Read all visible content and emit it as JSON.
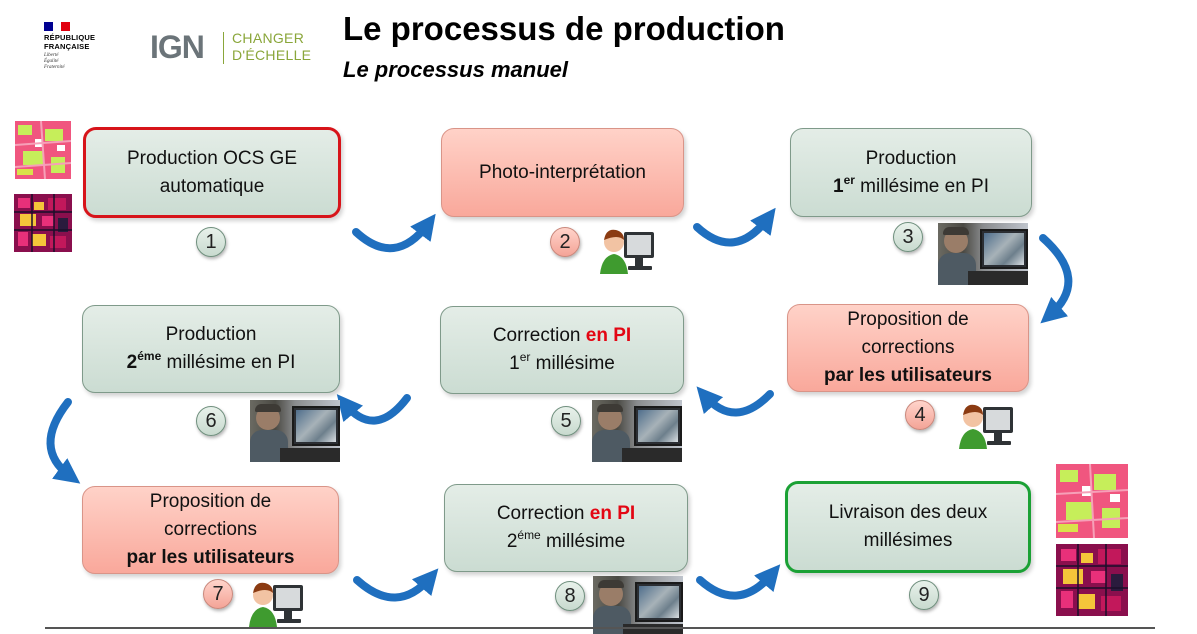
{
  "header": {
    "rf_logo": [
      "RÉPUBLIQUE",
      "FRANÇAISE"
    ],
    "rf_motto": [
      "Liberté",
      "Égalité",
      "Fraternité"
    ],
    "ign_mark": "IGN",
    "ign_tagline": [
      "CHANGER",
      "D'ÉCHELLE"
    ],
    "title": "Le processus de production",
    "subtitle": "Le processus manuel"
  },
  "steps": [
    {
      "num": "1",
      "l1": "Production OCS GE",
      "l2": "automatique"
    },
    {
      "num": "2",
      "l1": "Photo-interprétation"
    },
    {
      "num": "3",
      "l1": "Production",
      "l2_b": "1",
      "l2_sup": "er",
      "l2_rest": " millésime en PI"
    },
    {
      "num": "4",
      "l1": "Proposition de",
      "l2": "corrections",
      "l3": "par les utilisateurs"
    },
    {
      "num": "5",
      "l1_pre": "Correction ",
      "l1_hl": "en PI",
      "l2_pre": "1",
      "l2_sup": "er",
      "l2_rest": " millésime"
    },
    {
      "num": "6",
      "l1": "Production",
      "l2_b": "2",
      "l2_sup": "éme",
      "l2_rest": " millésime en PI"
    },
    {
      "num": "7",
      "l1": "Proposition de",
      "l2": "corrections",
      "l3": "par les utilisateurs"
    },
    {
      "num": "8",
      "l1_pre": "Correction ",
      "l1_hl": "en PI",
      "l2_pre": "2",
      "l2_sup": "éme",
      "l2_rest": " millésime"
    },
    {
      "num": "9",
      "l1": "Livraison des deux",
      "l2": "millésimes"
    }
  ],
  "colors": {
    "step_green": "#cbdcd2",
    "step_red": "#f9a89b",
    "highlight_red": "#e30613",
    "outline_red": "#d7141a",
    "outline_green": "#1ba135",
    "arrow_blue": "#1f6fbf"
  }
}
